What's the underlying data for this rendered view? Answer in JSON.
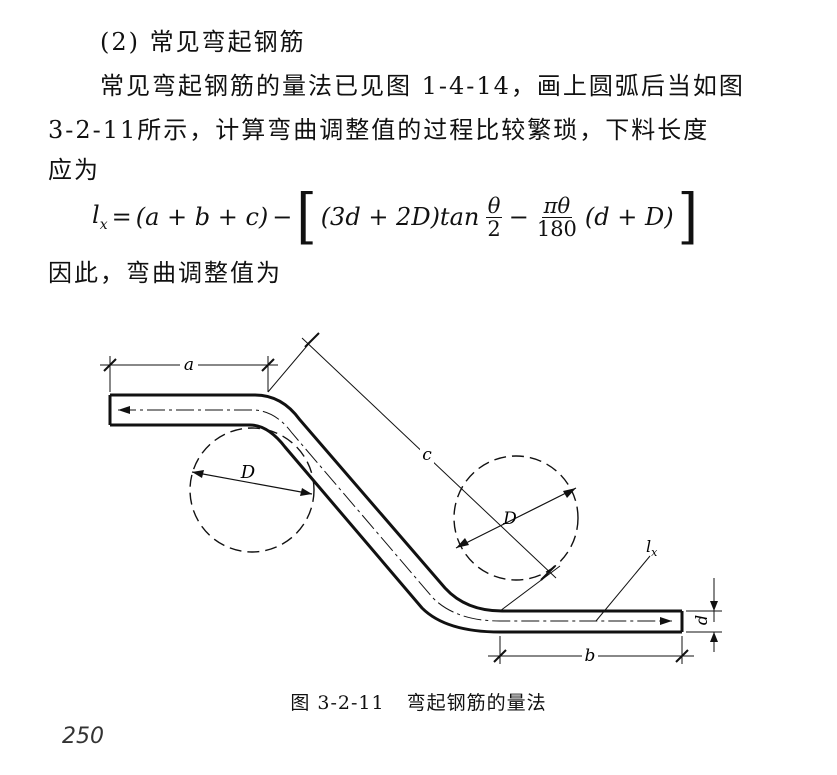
{
  "section_heading": "(2) 常见弯起钢筋",
  "paragraph": {
    "line1": "常见弯起钢筋的量法已见图 1-4-14，画上圆弧后当如图",
    "line2": "3-2-11所示，计算弯曲调整值的过程比较繁琐，下料长度",
    "line3": "应为"
  },
  "formula": {
    "lhs": "l",
    "lhs_sub": "x",
    "eq": " = ",
    "sum": "(a + b + c)",
    "minus": " − ",
    "term1": "(3d + 2D)tan",
    "frac1_num": "θ",
    "frac1_den": "2",
    "minus2": " − ",
    "frac2_num": "πθ",
    "frac2_den": "180",
    "term2": "(d + D)"
  },
  "after_formula": "因此，弯曲调整值为",
  "figure": {
    "labels": {
      "a": "a",
      "b": "b",
      "c": "c",
      "D_left": "D",
      "D_right": "D",
      "lx": "l",
      "lx_sub": "x",
      "d": "d"
    },
    "caption_number": "图 3-2-11",
    "caption_text": "弯起钢筋的量法"
  },
  "page_number": "250"
}
